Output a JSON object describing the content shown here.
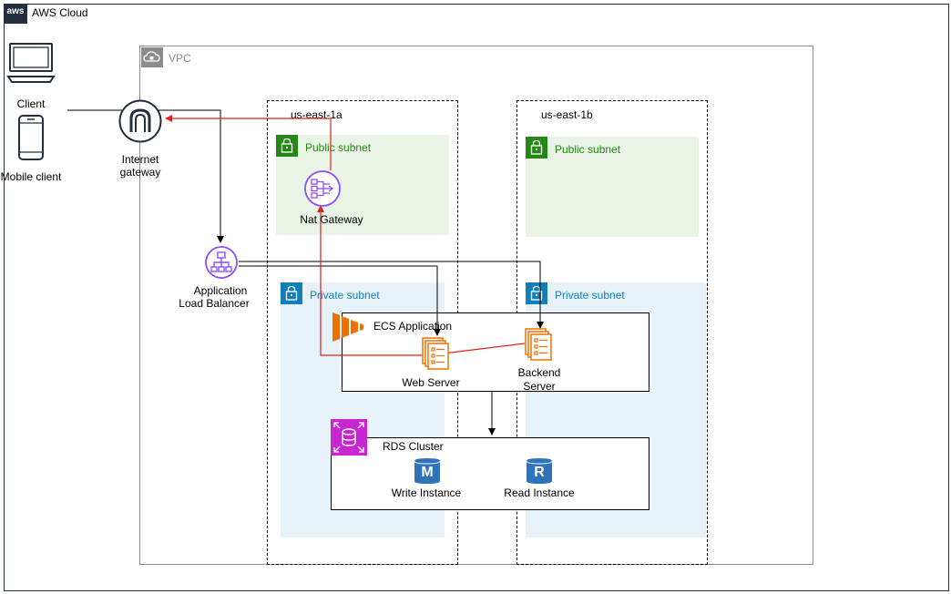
{
  "cloud": {
    "title": "AWS Cloud",
    "logo_text": "aws"
  },
  "vpc": {
    "title": "VPC"
  },
  "clients": {
    "desktop_label": "Client",
    "mobile_label": "Mobile client"
  },
  "internet_gateway": {
    "label_line1": "Internet",
    "label_line2": "gateway"
  },
  "load_balancer": {
    "label_line1": "Application",
    "label_line2": "Load Balancer"
  },
  "zones": [
    {
      "label": "us-east-1a",
      "public_subnet": "Public subnet",
      "private_subnet": "Private subnet"
    },
    {
      "label": "us-east-1b",
      "public_subnet": "Public subnet",
      "private_subnet": "Private subnet"
    }
  ],
  "nat_gateway": {
    "label": "Nat Gateway"
  },
  "ecs": {
    "title": "ECS Application",
    "web_server": "Web Server",
    "backend_line1": "Backend",
    "backend_line2": "Server"
  },
  "rds": {
    "title": "RDS Cluster",
    "write_instance": "Write Instance",
    "write_letter": "M",
    "read_instance": "Read Instance",
    "read_letter": "R"
  },
  "colors": {
    "public_subnet_fill": "#e9f3e6",
    "public_subnet_text": "#248814",
    "private_subnet_fill": "#e6f2f8",
    "private_subnet_text": "#147eba",
    "gateway_purple": "#8c4fff",
    "ecs_orange": "#ed7100",
    "rds_magenta": "#c925d1",
    "db_blue": "#2e73b8",
    "egress_red": "#dd2222"
  }
}
